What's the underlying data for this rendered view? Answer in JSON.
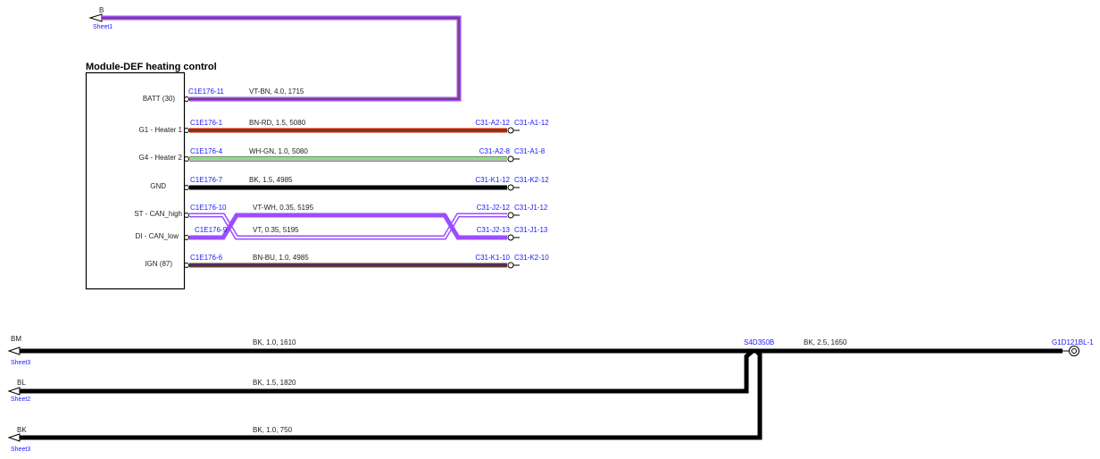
{
  "module": {
    "title": "Module-DEF heating control",
    "pins": [
      "BATT (30)",
      "G1 - Heater 1",
      "G4 - Heater 2",
      "GND",
      "ST - CAN_high",
      "DI - CAN_low",
      "IGN (87)"
    ]
  },
  "top_connector": {
    "label": "B",
    "sheet": "Sheet1"
  },
  "wires": [
    {
      "from": "C1E176-11",
      "spec": "VT-BN,  4.0,  1715",
      "to_a": "",
      "to_b": ""
    },
    {
      "from": "C1E176-1",
      "spec": "BN-RD,  1.5,  5080",
      "to_a": "C31-A2-12",
      "to_b": "C31-A1-12"
    },
    {
      "from": "C1E176-4",
      "spec": "WH-GN,  1.0,  5080",
      "to_a": "C31-A2-8",
      "to_b": "C31-A1-8"
    },
    {
      "from": "C1E176-7",
      "spec": "BK,  1.5,  4985",
      "to_a": "C31-K1-12",
      "to_b": "C31-K2-12"
    },
    {
      "from": "C1E176-10",
      "spec": "VT-WH,  0.35,  5195",
      "to_a": "C31-J2-12",
      "to_b": "C31-J1-12"
    },
    {
      "from": "C1E176-9",
      "spec": "VT,  0.35,  5195",
      "to_a": "C31-J2-13",
      "to_b": "C31-J1-13"
    },
    {
      "from": "C1E176-6",
      "spec": "BN-BU,  1.0,  4985",
      "to_a": "C31-K1-10",
      "to_b": "C31-K2-10"
    }
  ],
  "ground": {
    "splice": "S4D350B",
    "trunk_spec": "BK,  2.5,  1650",
    "end_label": "G1D121BL-1",
    "branches": [
      {
        "label": "BM",
        "sheet": "Sheet3",
        "spec": "BK,  1.0,  1610"
      },
      {
        "label": "BL",
        "sheet": "Sheet2",
        "spec": "BK,  1.5,  1820"
      },
      {
        "label": "BK",
        "sheet": "Sheet3",
        "spec": "BK,  1.0,  750"
      }
    ]
  },
  "colors": {
    "violet": "#9b4dff",
    "brown": "#6b3c1e",
    "red": "#c42000",
    "green": "#3fcf2b",
    "black": "#000000",
    "blue": "#2222cc",
    "link": "#1a1aff"
  }
}
